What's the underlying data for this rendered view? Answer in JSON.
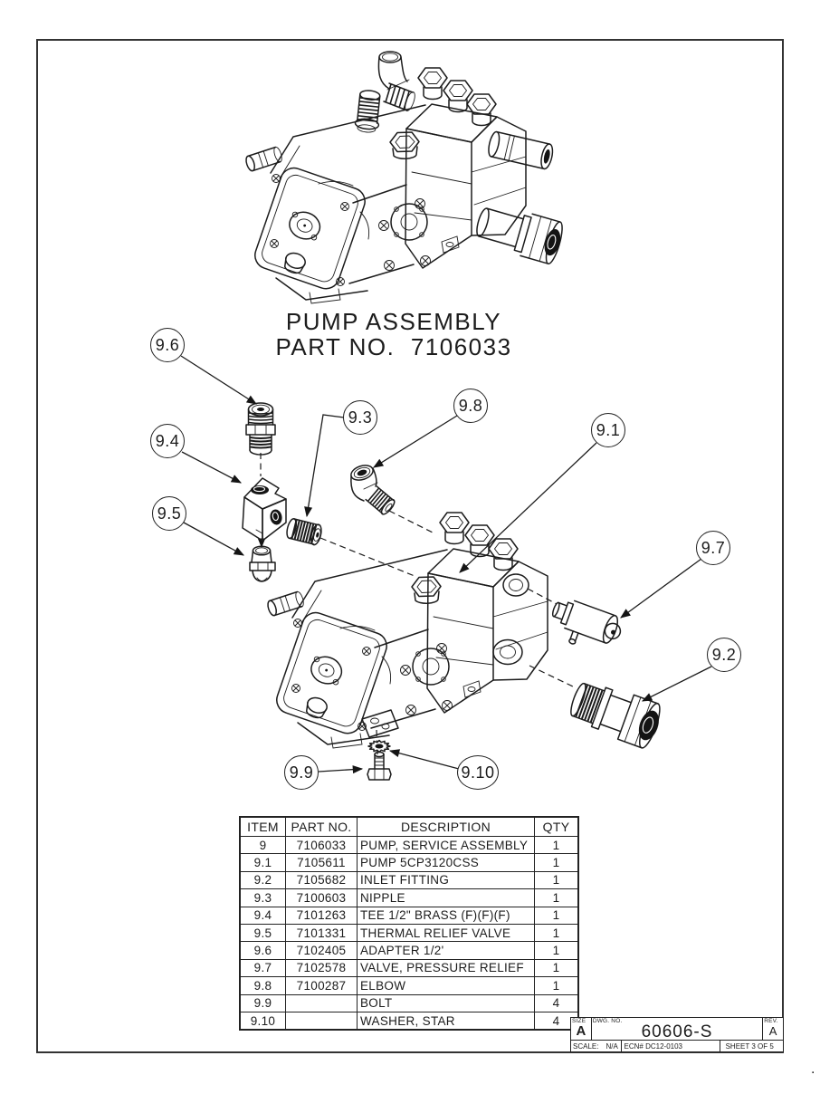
{
  "drawing": {
    "title_line1": "PUMP ASSEMBLY",
    "title_line2": "PART NO.  7106033",
    "stray_mark": "."
  },
  "balloons": [
    {
      "label": "9.6"
    },
    {
      "label": "9.4"
    },
    {
      "label": "9.5"
    },
    {
      "label": "9.3"
    },
    {
      "label": "9.8"
    },
    {
      "label": "9.1"
    },
    {
      "label": "9.7"
    },
    {
      "label": "9.2"
    },
    {
      "label": "9.9"
    },
    {
      "label": "9.10"
    }
  ],
  "bom": {
    "headers": {
      "item": "ITEM",
      "part_no": "PART NO.",
      "description": "DESCRIPTION",
      "qty": "QTY"
    },
    "rows": [
      {
        "item": "9",
        "part_no": "7106033",
        "description": "PUMP, SERVICE ASSEMBLY",
        "qty": "1"
      },
      {
        "item": "9.1",
        "part_no": "7105611",
        "description": "PUMP 5CP3120CSS",
        "qty": "1"
      },
      {
        "item": "9.2",
        "part_no": "7105682",
        "description": "INLET FITTING",
        "qty": "1"
      },
      {
        "item": "9.3",
        "part_no": "7100603",
        "description": "NIPPLE",
        "qty": "1"
      },
      {
        "item": "9.4",
        "part_no": "7101263",
        "description": "TEE 1/2\" BRASS (F)(F)(F)",
        "qty": "1"
      },
      {
        "item": "9.5",
        "part_no": "7101331",
        "description": "THERMAL RELIEF VALVE",
        "qty": "1"
      },
      {
        "item": "9.6",
        "part_no": "7102405",
        "description": "ADAPTER 1/2'",
        "qty": "1"
      },
      {
        "item": "9.7",
        "part_no": "7102578",
        "description": "VALVE, PRESSURE RELIEF",
        "qty": "1"
      },
      {
        "item": "9.8",
        "part_no": "7100287",
        "description": "ELBOW",
        "qty": "1"
      },
      {
        "item": "9.9",
        "part_no": "",
        "description": "BOLT",
        "qty": "4"
      },
      {
        "item": "9.10",
        "part_no": "",
        "description": "WASHER, STAR",
        "qty": "4"
      }
    ]
  },
  "title_block": {
    "size_label": "SIZE",
    "size_value": "A",
    "dwg_label": "DWG.  NO.",
    "dwg_value": "60606-S",
    "rev_label": "REV.",
    "rev_value": "A",
    "scale_label": "SCALE:",
    "scale_value": "N/A",
    "ecn": "ECN# DC12-0103",
    "sheet": "SHEET 3 OF 5"
  }
}
